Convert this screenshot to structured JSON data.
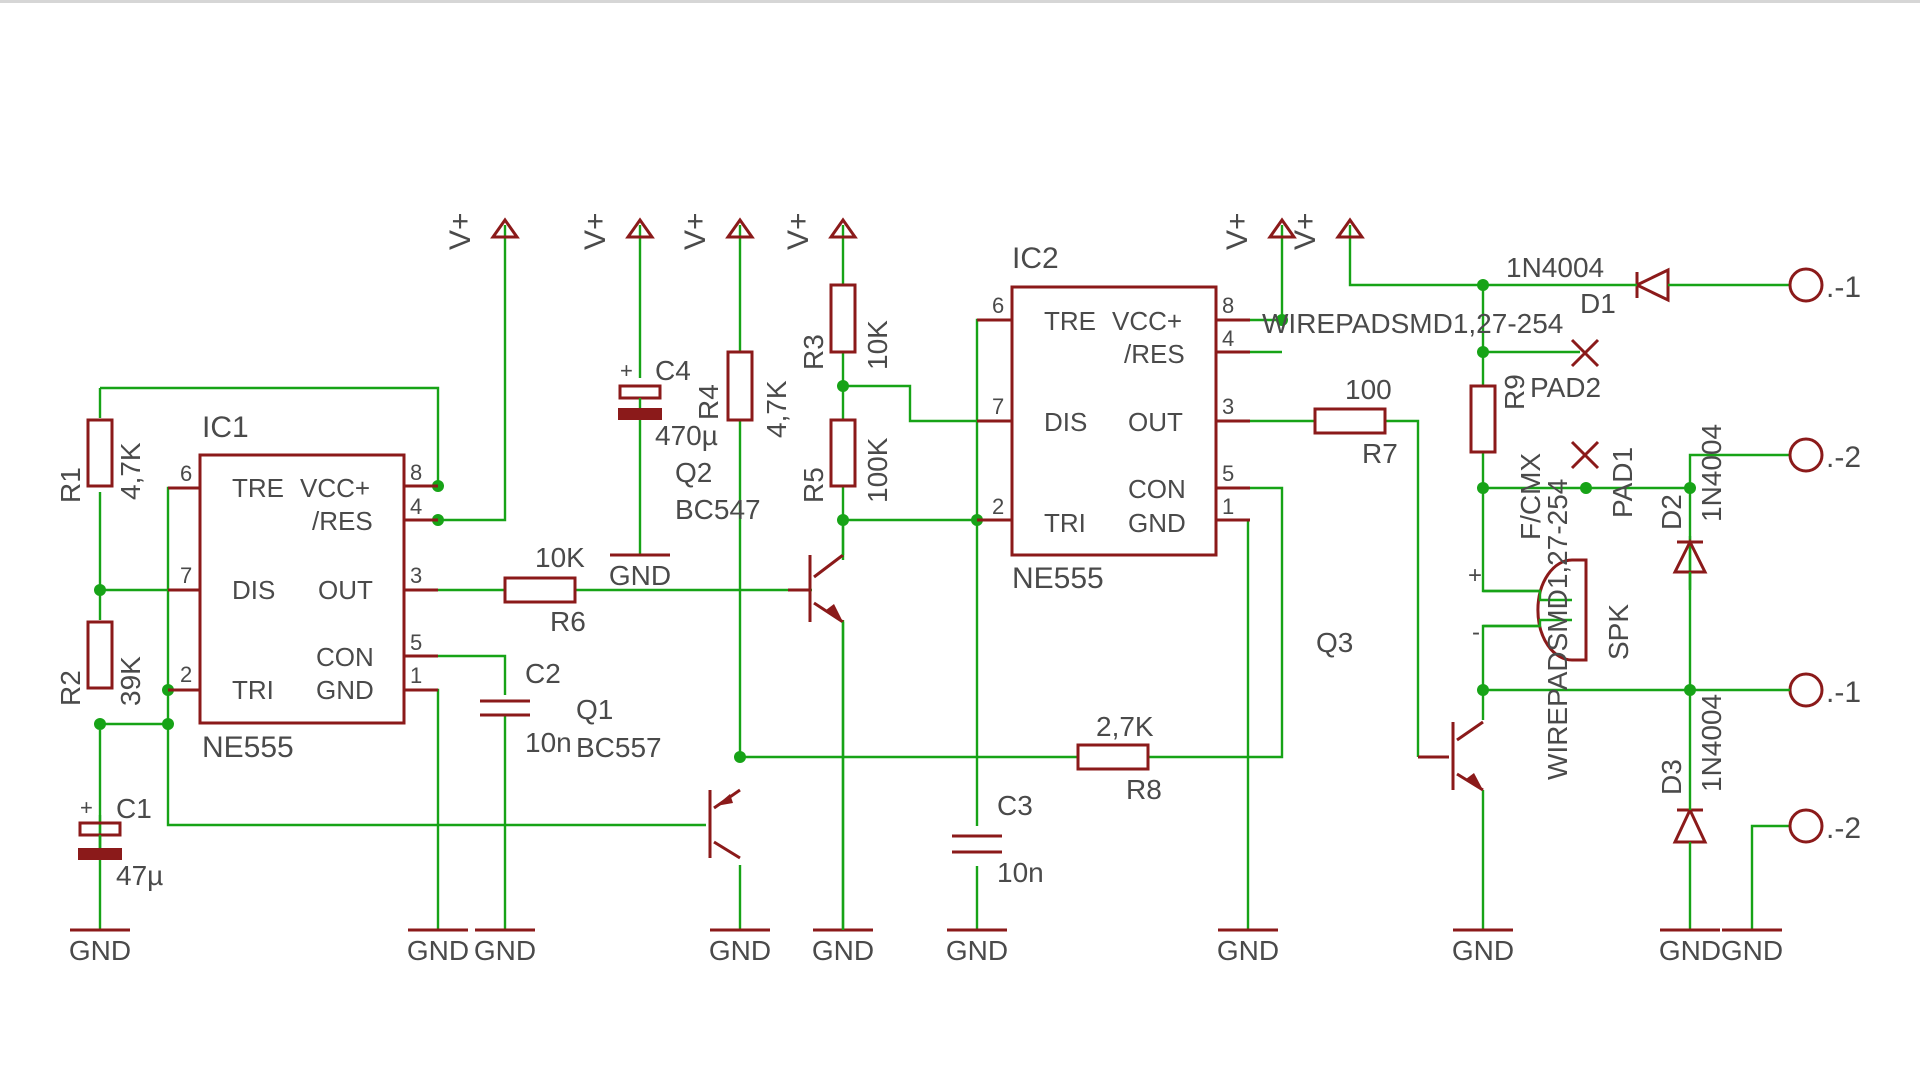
{
  "ic1": {
    "name": "IC1",
    "value": "NE555",
    "pins": {
      "tre": "TRE",
      "vcc": "VCC+",
      "res": "/RES",
      "dis": "DIS",
      "out": "OUT",
      "con": "CON",
      "tri": "TRI",
      "gnd": "GND"
    },
    "nums": [
      "6",
      "8",
      "4",
      "7",
      "3",
      "5",
      "2",
      "1"
    ]
  },
  "ic2": {
    "name": "IC2",
    "value": "NE555",
    "pins": {
      "tre": "TRE",
      "vcc": "VCC+",
      "res": "/RES",
      "dis": "DIS",
      "out": "OUT",
      "con": "CON",
      "tri": "TRI",
      "gnd": "GND"
    },
    "nums": [
      "6",
      "8",
      "4",
      "7",
      "3",
      "5",
      "2",
      "1"
    ]
  },
  "components": {
    "r1": {
      "name": "R1",
      "value": "4,7K"
    },
    "r2": {
      "name": "R2",
      "value": "39K"
    },
    "r3": {
      "name": "R3",
      "value": "10K"
    },
    "r4": {
      "name": "R4",
      "value": "4,7K"
    },
    "r5": {
      "name": "R5",
      "value": "100K"
    },
    "r6": {
      "name": "R6",
      "value": "10K"
    },
    "r7": {
      "name": "R7",
      "value": "100"
    },
    "r8": {
      "name": "R8",
      "value": "2,7K"
    },
    "r9": {
      "name": "R9",
      "value": "F/CMX"
    },
    "c1": {
      "name": "C1",
      "value": "47µ"
    },
    "c2": {
      "name": "C2",
      "value": "10n"
    },
    "c3": {
      "name": "C3",
      "value": "10n"
    },
    "c4": {
      "name": "C4",
      "value": "470µ"
    },
    "q1": {
      "name": "Q1",
      "value": "BC557"
    },
    "q2": {
      "name": "Q2",
      "value": "BC547"
    },
    "q3": {
      "name": "Q3"
    },
    "d1": {
      "name": "D1",
      "value": "1N4004"
    },
    "d2": {
      "name": "D2",
      "value": "1N4004"
    },
    "d3": {
      "name": "D3",
      "value": "1N4004"
    },
    "spk": {
      "name": "SPK",
      "plus": "+",
      "minus": "-"
    },
    "pad1": {
      "name": "PAD1",
      "value": "WIREPADSMD1,27-254"
    },
    "pad2": {
      "name": "PAD2",
      "value": "WIREPADSMD1,27-254"
    }
  },
  "supply_label": "V+",
  "ground_label": "GND",
  "polarity_plus": "+",
  "connectors": [
    ".-1",
    ".-2",
    ".-1",
    ".-2"
  ],
  "colors": {
    "wire": "#17a317",
    "symbol": "#8b1a1a",
    "text": "#4a4a4a"
  }
}
